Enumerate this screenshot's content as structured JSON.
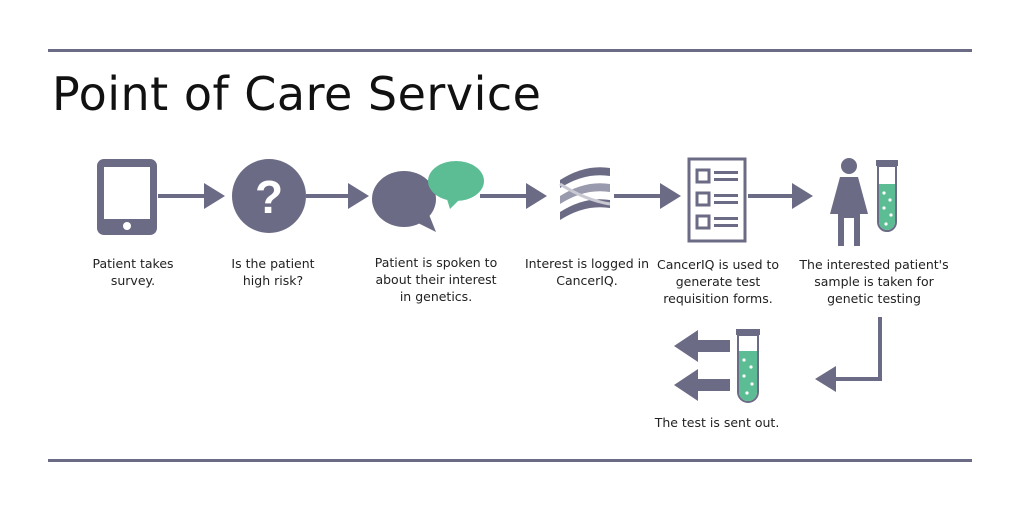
{
  "title": "Point of Care Service",
  "colors": {
    "primary": "#6b6b85",
    "accent": "#5cbd95",
    "rule": "#6b6b85"
  },
  "steps": [
    {
      "icon": "tablet-icon",
      "label": "Patient takes\nsurvey."
    },
    {
      "icon": "question-icon",
      "label": "Is the patient\nhigh risk?"
    },
    {
      "icon": "speech-bubbles-icon",
      "label": "Patient is spoken to\nabout their interest\nin genetics."
    },
    {
      "icon": "cancer-iq-logo-icon",
      "label": "Interest is logged in\nCancerIQ."
    },
    {
      "icon": "requisition-form-icon",
      "label": "CancerIQ is used to\ngenerate test\nrequisition forms."
    },
    {
      "icon": "patient-sample-icon",
      "label": "The interested patient's\nsample is taken for\ngenetic testing"
    },
    {
      "icon": "send-test-icon",
      "label": "The test is sent out."
    }
  ]
}
